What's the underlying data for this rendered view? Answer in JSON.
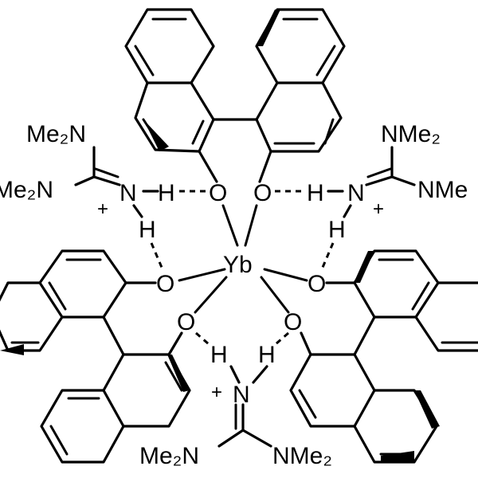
{
  "metal": "Yb",
  "oxygen": "O",
  "hydrogen": "H",
  "nitrogen": "N",
  "charge": "+",
  "methyl": "Me",
  "dimethylamino_left": "Me₂N",
  "dimethylamino_right": "NMe₂",
  "dimethylamino_right_cut": "NMe"
}
